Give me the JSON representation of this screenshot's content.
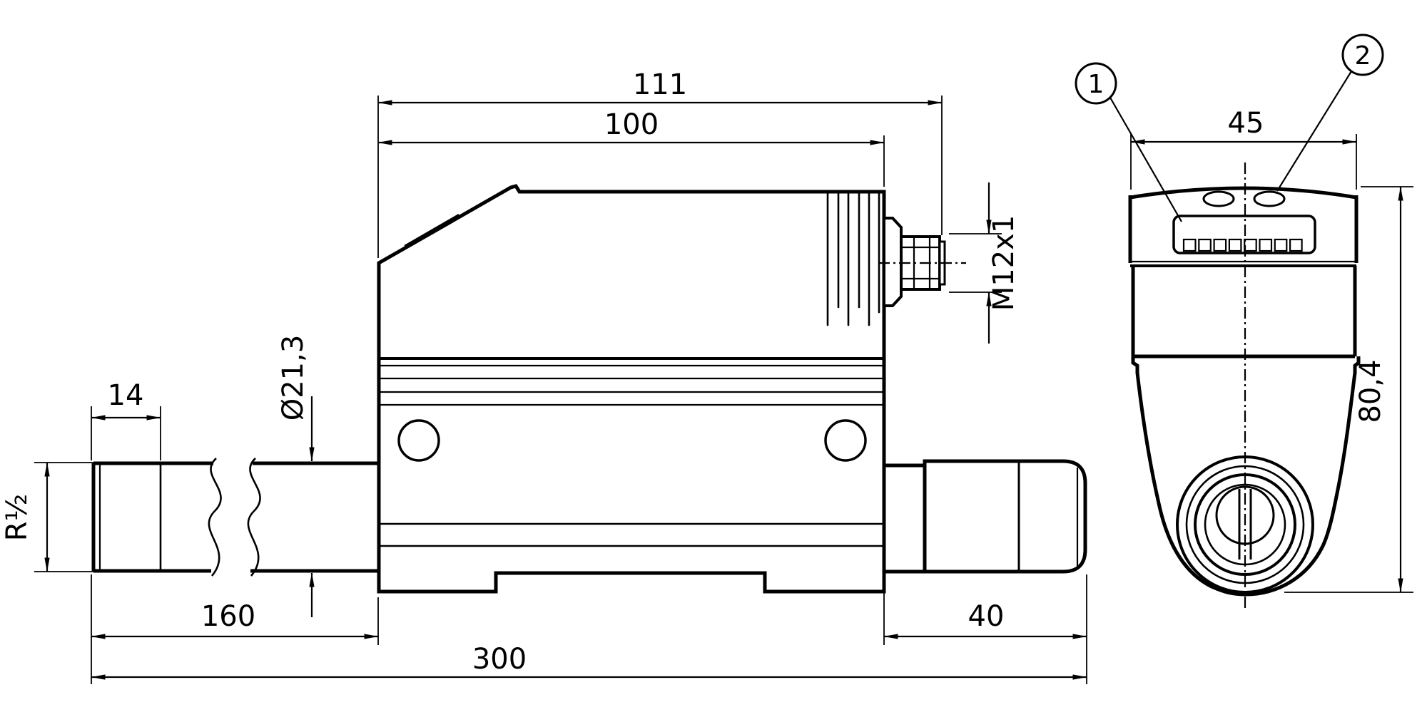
{
  "page": {
    "background": "#ffffff",
    "line_color": "#000000"
  },
  "front_view": {
    "dim_overall_length_top": "111",
    "dim_body_length": "100",
    "dim_thread_section": "14",
    "dim_pipe_outer_diameter": "Ø21,3",
    "dim_process_connection": "R½",
    "dim_inlet_section": "160",
    "dim_total_length": "300",
    "dim_outlet_section": "40",
    "dim_connector_thread": "M12x1"
  },
  "side_view": {
    "dim_width": "45",
    "dim_height": "80,4",
    "callouts": [
      {
        "label": "1"
      },
      {
        "label": "2"
      }
    ]
  }
}
